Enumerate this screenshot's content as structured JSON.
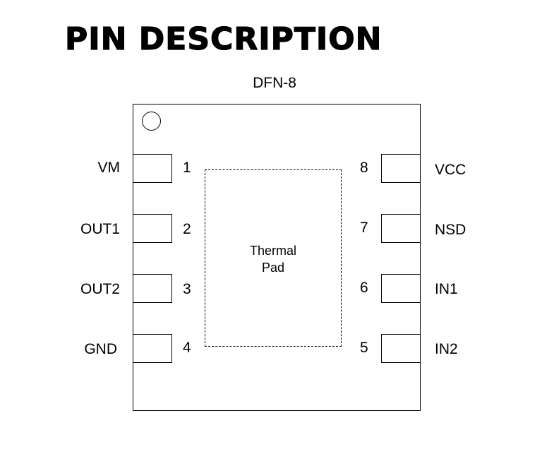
{
  "title": "PIN DESCRIPTION",
  "package": {
    "name": "DFN-8"
  },
  "thermal_pad": {
    "line1": "Thermal",
    "line2": "Pad"
  },
  "pins": {
    "p1": {
      "number": "1",
      "name": "VM"
    },
    "p2": {
      "number": "2",
      "name": "OUT1"
    },
    "p3": {
      "number": "3",
      "name": "OUT2"
    },
    "p4": {
      "number": "4",
      "name": "GND"
    },
    "p5": {
      "number": "5",
      "name": "IN2"
    },
    "p6": {
      "number": "6",
      "name": "IN1"
    },
    "p7": {
      "number": "7",
      "name": "NSD"
    },
    "p8": {
      "number": "8",
      "name": "VCC"
    }
  }
}
